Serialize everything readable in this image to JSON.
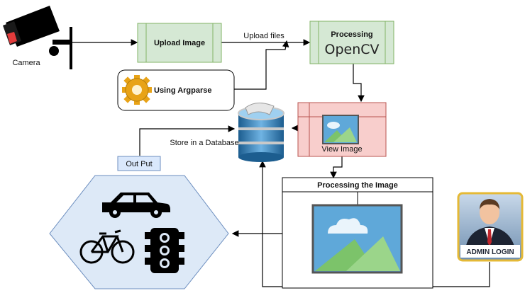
{
  "nodes": {
    "camera": {
      "label": "Camera"
    },
    "upload": {
      "label": "Upload Image"
    },
    "argparse": {
      "label": "Using  Argparse"
    },
    "processing": {
      "title": "Processing",
      "subtitle": "OpenCV"
    },
    "view_image": {
      "label": "View Image"
    },
    "database": {
      "label": "Store in a Database"
    },
    "output": {
      "label": "Out Put"
    },
    "processing_image": {
      "title": "Processing the Image"
    },
    "admin": {
      "label": "ADMIN LOGIN"
    }
  },
  "edges": {
    "upload_files": {
      "label": "Upload files"
    }
  },
  "colors": {
    "green_fill": "#d5e8d4",
    "green_stroke": "#82b366",
    "pink_fill": "#f8cecc",
    "pink_stroke": "#b85450",
    "blue_fill": "#dae8fc",
    "blue_stroke": "#6c8ebf",
    "hex_fill": "#dde9f7",
    "admin_border": "#e5b936"
  },
  "icons": {
    "camera": "cctv-camera-icon",
    "argparse": "gear-icon",
    "database": "database-icon",
    "image": "image-placeholder-icon",
    "car": "car-icon",
    "bicycle": "bicycle-icon",
    "traffic_light": "traffic-light-icon",
    "admin": "admin-avatar-icon"
  }
}
